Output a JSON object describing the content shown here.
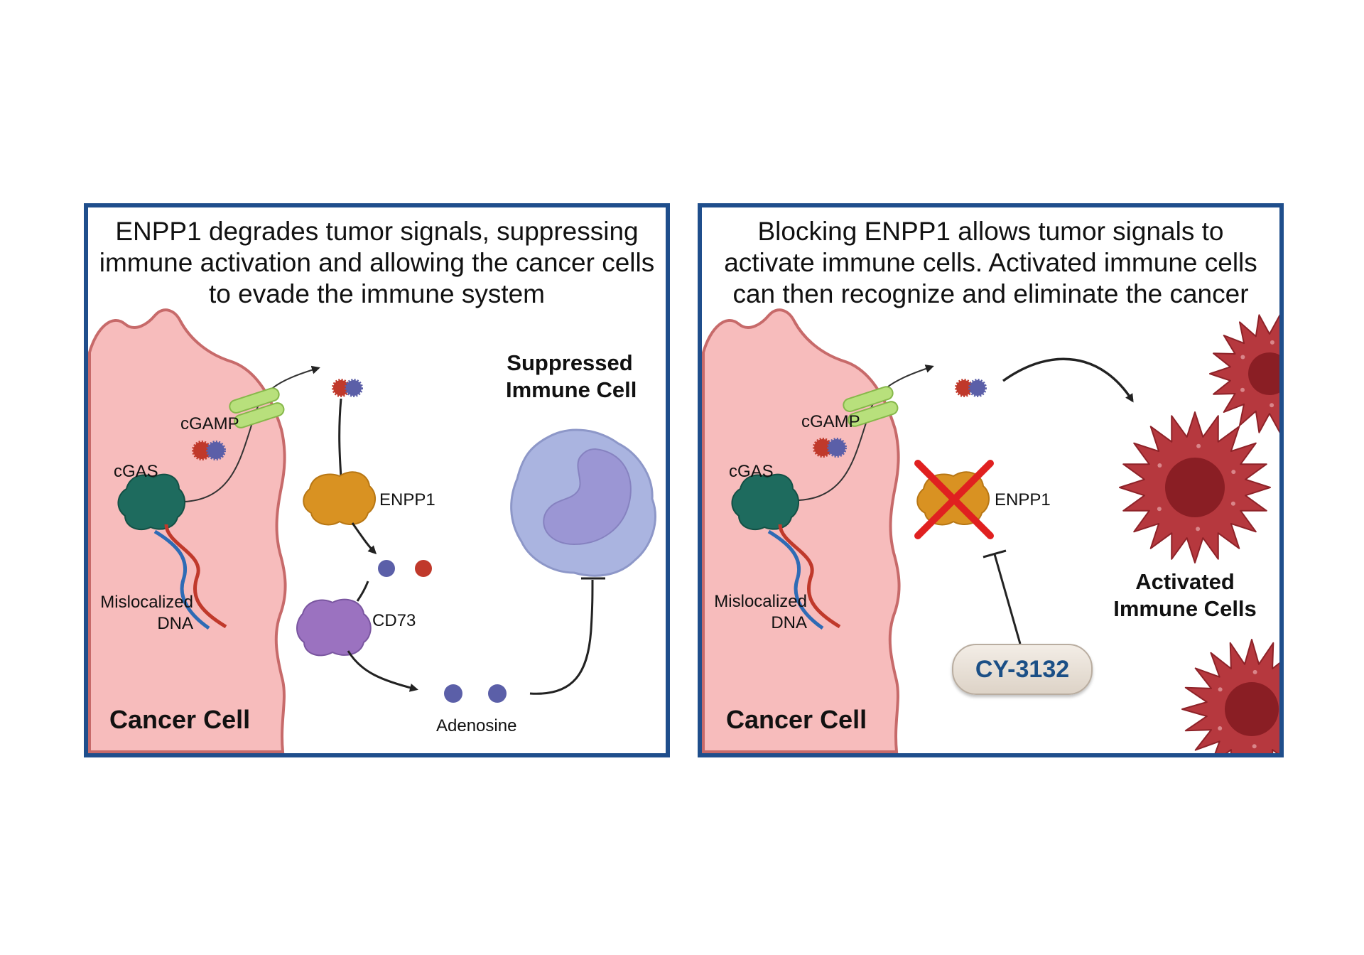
{
  "left_panel": {
    "title": "ENPP1 degrades tumor signals, suppressing immune activation and allowing the cancer cells to evade the immune system",
    "labels": {
      "cgamp": "cGAMP",
      "cgas": "cGAS",
      "dna_line1": "Mislocalized",
      "dna_line2": "DNA",
      "enpp1": "ENPP1",
      "cd73": "CD73",
      "adenosine": "Adenosine",
      "immune_line1": "Suppressed",
      "immune_line2": "Immune Cell",
      "cancer_cell": "Cancer Cell"
    }
  },
  "right_panel": {
    "title": "Blocking ENPP1 allows tumor signals to activate immune cells. Activated immune cells can then recognize and eliminate the cancer",
    "labels": {
      "cgamp": "cGAMP",
      "cgas": "cGAS",
      "dna_line1": "Mislocalized",
      "dna_line2": "DNA",
      "enpp1": "ENPP1",
      "drug": "CY-3132",
      "immune_line1": "Activated",
      "immune_line2": "Immune Cells",
      "cancer_cell": "Cancer Cell"
    }
  },
  "colors": {
    "frame": "#1f4e8c",
    "cancer_cell": "#f7bcbc",
    "membrane": "#c76a6a",
    "channel": "#b8e07c",
    "enpp1": "#d99222",
    "cd73": "#9b72c0",
    "cgas": "#1e6b5e",
    "dot_blue": "#5b5fa8",
    "dot_red": "#c0392b",
    "suppressed_cell": "#aab4e0",
    "activated_cell": "#b6383e",
    "block_x": "#e02020",
    "drug_text": "#1b4f86"
  },
  "icons": [
    "channel-icon",
    "enpp1-protein-icon",
    "cd73-protein-icon",
    "cgas-protein-icon",
    "dna-helix-icon",
    "cgamp-molecule-icon",
    "block-x-icon",
    "immune-cell-icon"
  ]
}
